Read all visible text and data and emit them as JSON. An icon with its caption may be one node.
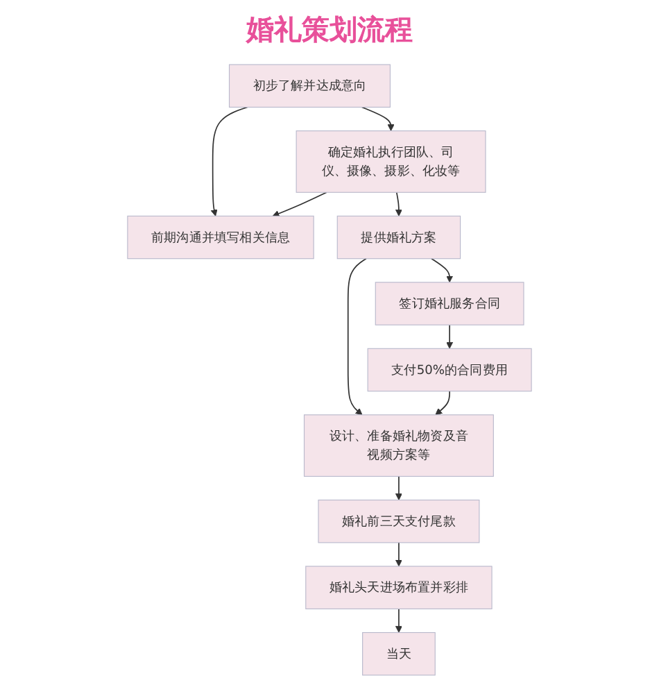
{
  "diagram": {
    "title": "婚礼策划流程",
    "nodes": [
      {
        "text": [
          "初步了解并达成意向"
        ]
      },
      {
        "text": [
          "确定婚礼执行团队、司仪、摄像、摄影、化妆等"
        ]
      },
      {
        "text": [
          "前期沟通并填写相关信息"
        ]
      },
      {
        "text": [
          "提供婚礼方案"
        ]
      },
      {
        "text": [
          "签订婚礼服务合同"
        ]
      },
      {
        "text": [
          "支付50%的合同费用"
        ]
      },
      {
        "text": [
          "设计、准备婚礼物资及音视频方案等"
        ]
      },
      {
        "text": [
          "婚礼前三天支付尾款"
        ]
      },
      {
        "text": [
          "婚礼头天进场布置并彩排"
        ]
      },
      {
        "text": [
          "当天"
        ]
      }
    ],
    "edges": [
      {
        "from": 0,
        "to": 1,
        "arrow": "to"
      },
      {
        "from": 0,
        "to": 2,
        "arrow": "to"
      },
      {
        "from": 1,
        "to": 2,
        "arrow": "to"
      },
      {
        "from": 1,
        "to": 3,
        "arrow": "to"
      },
      {
        "from": 3,
        "to": 4,
        "arrow": "to"
      },
      {
        "from": 4,
        "to": 5,
        "arrow": "to"
      },
      {
        "from": 3,
        "to": 6,
        "arrow": "to"
      },
      {
        "from": 5,
        "to": 6,
        "arrow": "to"
      },
      {
        "from": 6,
        "to": 7,
        "arrow": "to"
      },
      {
        "from": 7,
        "to": 8,
        "arrow": "to"
      },
      {
        "from": 8,
        "to": 9,
        "arrow": "to"
      }
    ]
  }
}
